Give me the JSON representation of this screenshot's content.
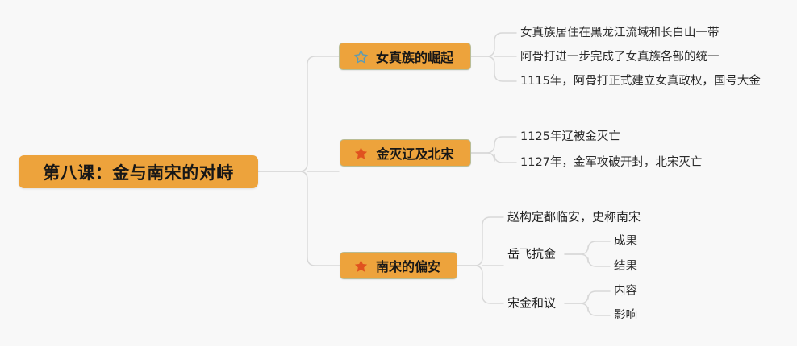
{
  "canvas": {
    "background": "#f8f8f8",
    "node_fill": "#eda33c",
    "node_border": "#b9bd96",
    "link_color": "#d8d8d8",
    "star_filled_color": "#e0521f",
    "star_outline_color": "#5b9bb5",
    "text_color": "#2b2b2b"
  },
  "root": {
    "label": "第八课：金与南宋的对峙"
  },
  "branches": [
    {
      "label": "女真族的崛起",
      "icon": "star-outline-icon",
      "children": [
        {
          "label": "女真族居住在黑龙江流域和长白山一带"
        },
        {
          "label": "阿骨打进一步完成了女真族各部的统一"
        },
        {
          "label": "1115年，阿骨打正式建立女真政权，国号大金"
        }
      ]
    },
    {
      "label": "金灭辽及北宋",
      "icon": "star-filled-icon",
      "children": [
        {
          "label": "1125年辽被金灭亡"
        },
        {
          "label": "1127年，金军攻破开封，北宋灭亡"
        }
      ]
    },
    {
      "label": "南宋的偏安",
      "icon": "star-filled-icon",
      "children": [
        {
          "label": "赵构定都临安，史称南宋"
        },
        {
          "label": "岳飞抗金",
          "children": [
            {
              "label": "成果"
            },
            {
              "label": "结果"
            }
          ]
        },
        {
          "label": "宋金和议",
          "children": [
            {
              "label": "内容"
            },
            {
              "label": "影响"
            }
          ]
        }
      ]
    }
  ]
}
